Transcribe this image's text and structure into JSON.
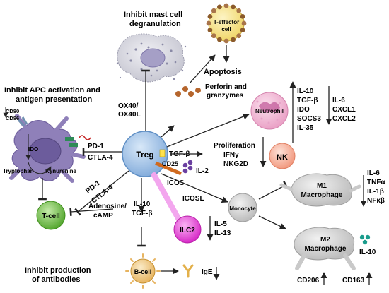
{
  "headings": {
    "mast_cell": [
      "Inhibit mast cell",
      "degranulation"
    ],
    "apc": [
      "Inhibit APC activation and",
      "antigen presentation"
    ],
    "antibodies": [
      "Inhibit production",
      "of antibodies"
    ],
    "apoptosis": "Apoptosis",
    "perforin": [
      "Perforin and",
      "granzymes"
    ]
  },
  "cells": {
    "treg": "Treg",
    "teffector": [
      "T-effector",
      "cell"
    ],
    "neutrophil": "Neutrophil",
    "nk": "NK",
    "tcell": "T-cell",
    "ilc2": "ILC2",
    "bcell": "B-cell",
    "monocyte": "Monocyte",
    "m1": [
      "M1",
      "Macrophage"
    ],
    "m2": [
      "M2",
      "Macrophage"
    ]
  },
  "labels": {
    "cd80": "CD80",
    "cd86": "CD86",
    "ido_apc": "IDO",
    "tryptophan": "Tryptophan",
    "kynurenine": "Kynurenine",
    "ox40": [
      "OX40/",
      "OX40L"
    ],
    "pd1_apc": [
      "PD-1",
      "CTLA-4"
    ],
    "pd1_tcell": [
      "PD-1",
      "CTLA-4"
    ],
    "adenosine": [
      "Adenosine/",
      "cAMP"
    ],
    "il10_tgfb": [
      "IL-10",
      "TGF-β"
    ],
    "icos": "ICOS",
    "icosl": "ICOSL",
    "tgfb": "TGF-β",
    "cd25": "CD25",
    "il2": "IL-2",
    "il5_il13": [
      "IL-5",
      "IL-13"
    ],
    "neutro_left": [
      "IL-10",
      "TGF-β",
      "IDO",
      "SOCS3",
      "IL-35"
    ],
    "neutro_right": [
      "IL-6",
      "CXCL1",
      "CXCL2"
    ],
    "nk_effects": [
      "Proliferation",
      "IFNγ",
      "NKG2D"
    ],
    "m1_cytokines": [
      "IL-6",
      "TNFα",
      "IL-1β",
      "NFκβ"
    ],
    "m2_il10": "IL-10",
    "cd206": "CD206",
    "cd163": "CD163",
    "ige": "IgE"
  },
  "colors": {
    "treg": "#a8c8ea",
    "neutrophil": "#f2b8d6",
    "nk": "#f7b7a3",
    "tcell": "#6fc04a",
    "ilc2": "#ee49e0",
    "bcell": "#f0c985",
    "monocyte": "#d5d5d5",
    "apc": "#8f80b9",
    "teffector": "#f6e38f"
  }
}
